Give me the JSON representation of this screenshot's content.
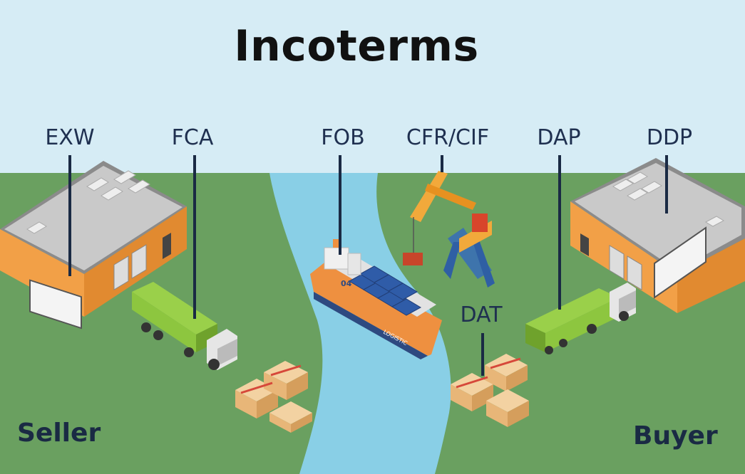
{
  "title": "Incoterms",
  "terms": {
    "exw": "EXW",
    "fca": "FCA",
    "fob": "FOB",
    "cfr_cif": "CFR/CIF",
    "dap": "DAP",
    "ddp": "DDP",
    "dat": "DAT"
  },
  "roles": {
    "seller": "Seller",
    "buyer": "Buyer"
  },
  "ship_text": "LOGISTIC",
  "ship_number": "04",
  "colors": {
    "sky": "#d6ecf5",
    "ground": "#6aa060",
    "river": "#89cfe6",
    "warehouse_wall": "#f2a047",
    "truck_cargo": "#8dc63f",
    "ship_hull": "#ee9040",
    "crane": "#f2a93b",
    "label_text": "#1f3050"
  }
}
